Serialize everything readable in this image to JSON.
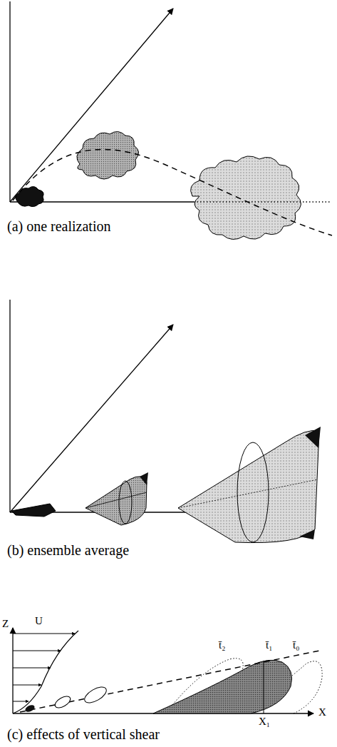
{
  "diagram": {
    "labels": [
      "(a) one realization",
      "(b) ensemble average",
      "Z",
      "U",
      "t̄₂",
      "t̄₁",
      "t̄₀",
      "X₁",
      "X",
      "(c) effects of vertical shear"
    ]
  }
}
